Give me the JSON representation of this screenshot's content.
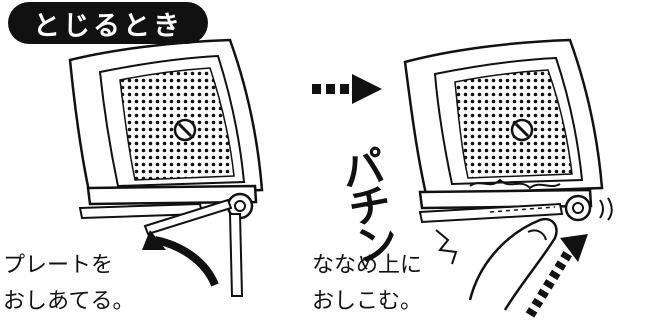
{
  "title": "とじるとき",
  "left_caption": [
    "プレートを",
    "おしあてる。"
  ],
  "right_caption": [
    "ななめ上に",
    "おしこむ。"
  ],
  "sound_effect": [
    "パ",
    "チ",
    "ン"
  ],
  "colors": {
    "ink": "#111111",
    "paper": "#ffffff"
  },
  "icons": [
    "screw-icon",
    "pivot-icon",
    "curved-arrow-icon",
    "dashed-arrow-icon",
    "finger-icon"
  ]
}
